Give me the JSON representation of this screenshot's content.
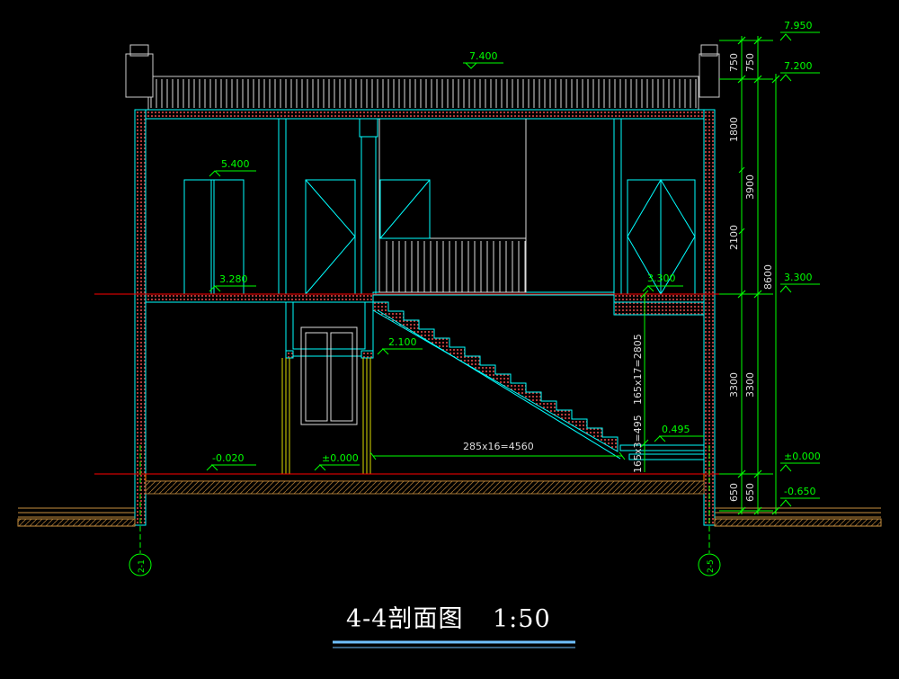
{
  "drawing": {
    "title": "4-4剖面图",
    "scale": "1:50",
    "colors": {
      "background": "#000000",
      "wall": "#00ffff",
      "dimension": "#00ff00",
      "level_line": "#ff0000",
      "hatch": "#c04040",
      "ground": "#c89040",
      "title": "#ffffff"
    }
  },
  "elevations": {
    "roof_ridge": "7.400",
    "top": "7.950",
    "eave": "7.200",
    "window_head": "5.400",
    "second_floor_left": "3.280",
    "second_floor_mid": "3.300",
    "second_floor_right": "3.300",
    "landing": "2.100",
    "step": "0.495",
    "ground_left": "-0.020",
    "ground_mid": "±0.000",
    "ground_right": "±0.000",
    "foundation": "-0.650"
  },
  "dimensions": {
    "inner": [
      "750",
      "1800",
      "2100",
      "3300",
      "650"
    ],
    "middle": [
      "750",
      "3900",
      "3300",
      "650"
    ],
    "total": "8600",
    "stair_run": "285x16=4560",
    "stair_rise": "165x17=2805",
    "stair_rise_lower": "165x3=495"
  },
  "axes": {
    "left": "2-1",
    "right": "2-5"
  }
}
